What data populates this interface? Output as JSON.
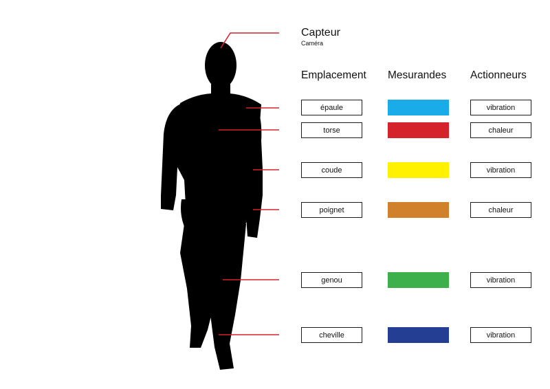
{
  "sensor": {
    "title": "Capteur",
    "subtitle": "Caméra"
  },
  "headers": {
    "location": "Emplacement",
    "measurands": "Mesurandes",
    "actuators": "Actionneurs"
  },
  "rows": [
    {
      "location": "épaule",
      "color": "#1AACE8",
      "actuator": "vibration"
    },
    {
      "location": "torse",
      "color": "#D4232A",
      "actuator": "chaleur"
    },
    {
      "location": "coude",
      "color": "#FFF100",
      "actuator": "vibration"
    },
    {
      "location": "poignet",
      "color": "#D1812B",
      "actuator": "chaleur"
    },
    {
      "location": "genou",
      "color": "#3DB04B",
      "actuator": "vibration"
    },
    {
      "location": "cheville",
      "color": "#233E93",
      "actuator": "vibration"
    }
  ],
  "leader_line_color": "#D4232A"
}
